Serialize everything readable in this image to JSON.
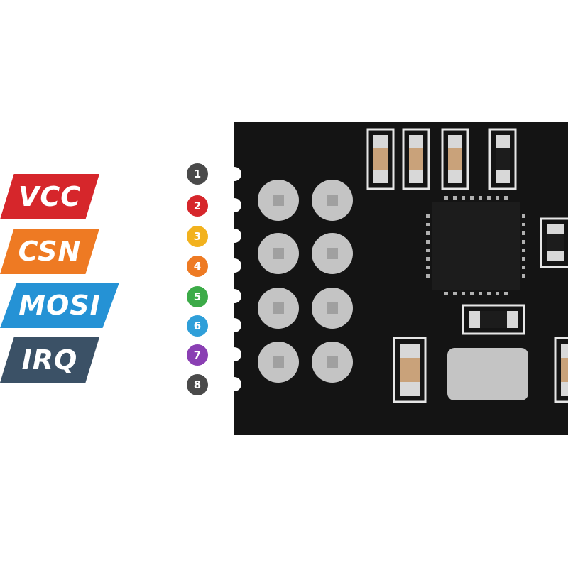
{
  "labels": [
    {
      "text": "VCC",
      "color": "#d6262b"
    },
    {
      "text": "CSN",
      "color": "#ee7a23"
    },
    {
      "text": "MOSI",
      "color": "#2592d5"
    },
    {
      "text": "IRQ",
      "color": "#3b5166"
    }
  ],
  "pins": [
    {
      "number": "1",
      "color": "#4a4a4a"
    },
    {
      "number": "2",
      "color": "#d6262b"
    },
    {
      "number": "3",
      "color": "#f2b21e"
    },
    {
      "number": "4",
      "color": "#ee7a23"
    },
    {
      "number": "5",
      "color": "#3cab48"
    },
    {
      "number": "6",
      "color": "#2f9fd9"
    },
    {
      "number": "7",
      "color": "#8a3fb3"
    },
    {
      "number": "8",
      "color": "#4a4a4a"
    }
  ],
  "board": {
    "pcb_color": "#141414",
    "pad_color": "#c4c4c4",
    "silk_color": "#e6e6e6",
    "component_tan": "#c9a27a",
    "chip_color": "#1c1c1c"
  }
}
